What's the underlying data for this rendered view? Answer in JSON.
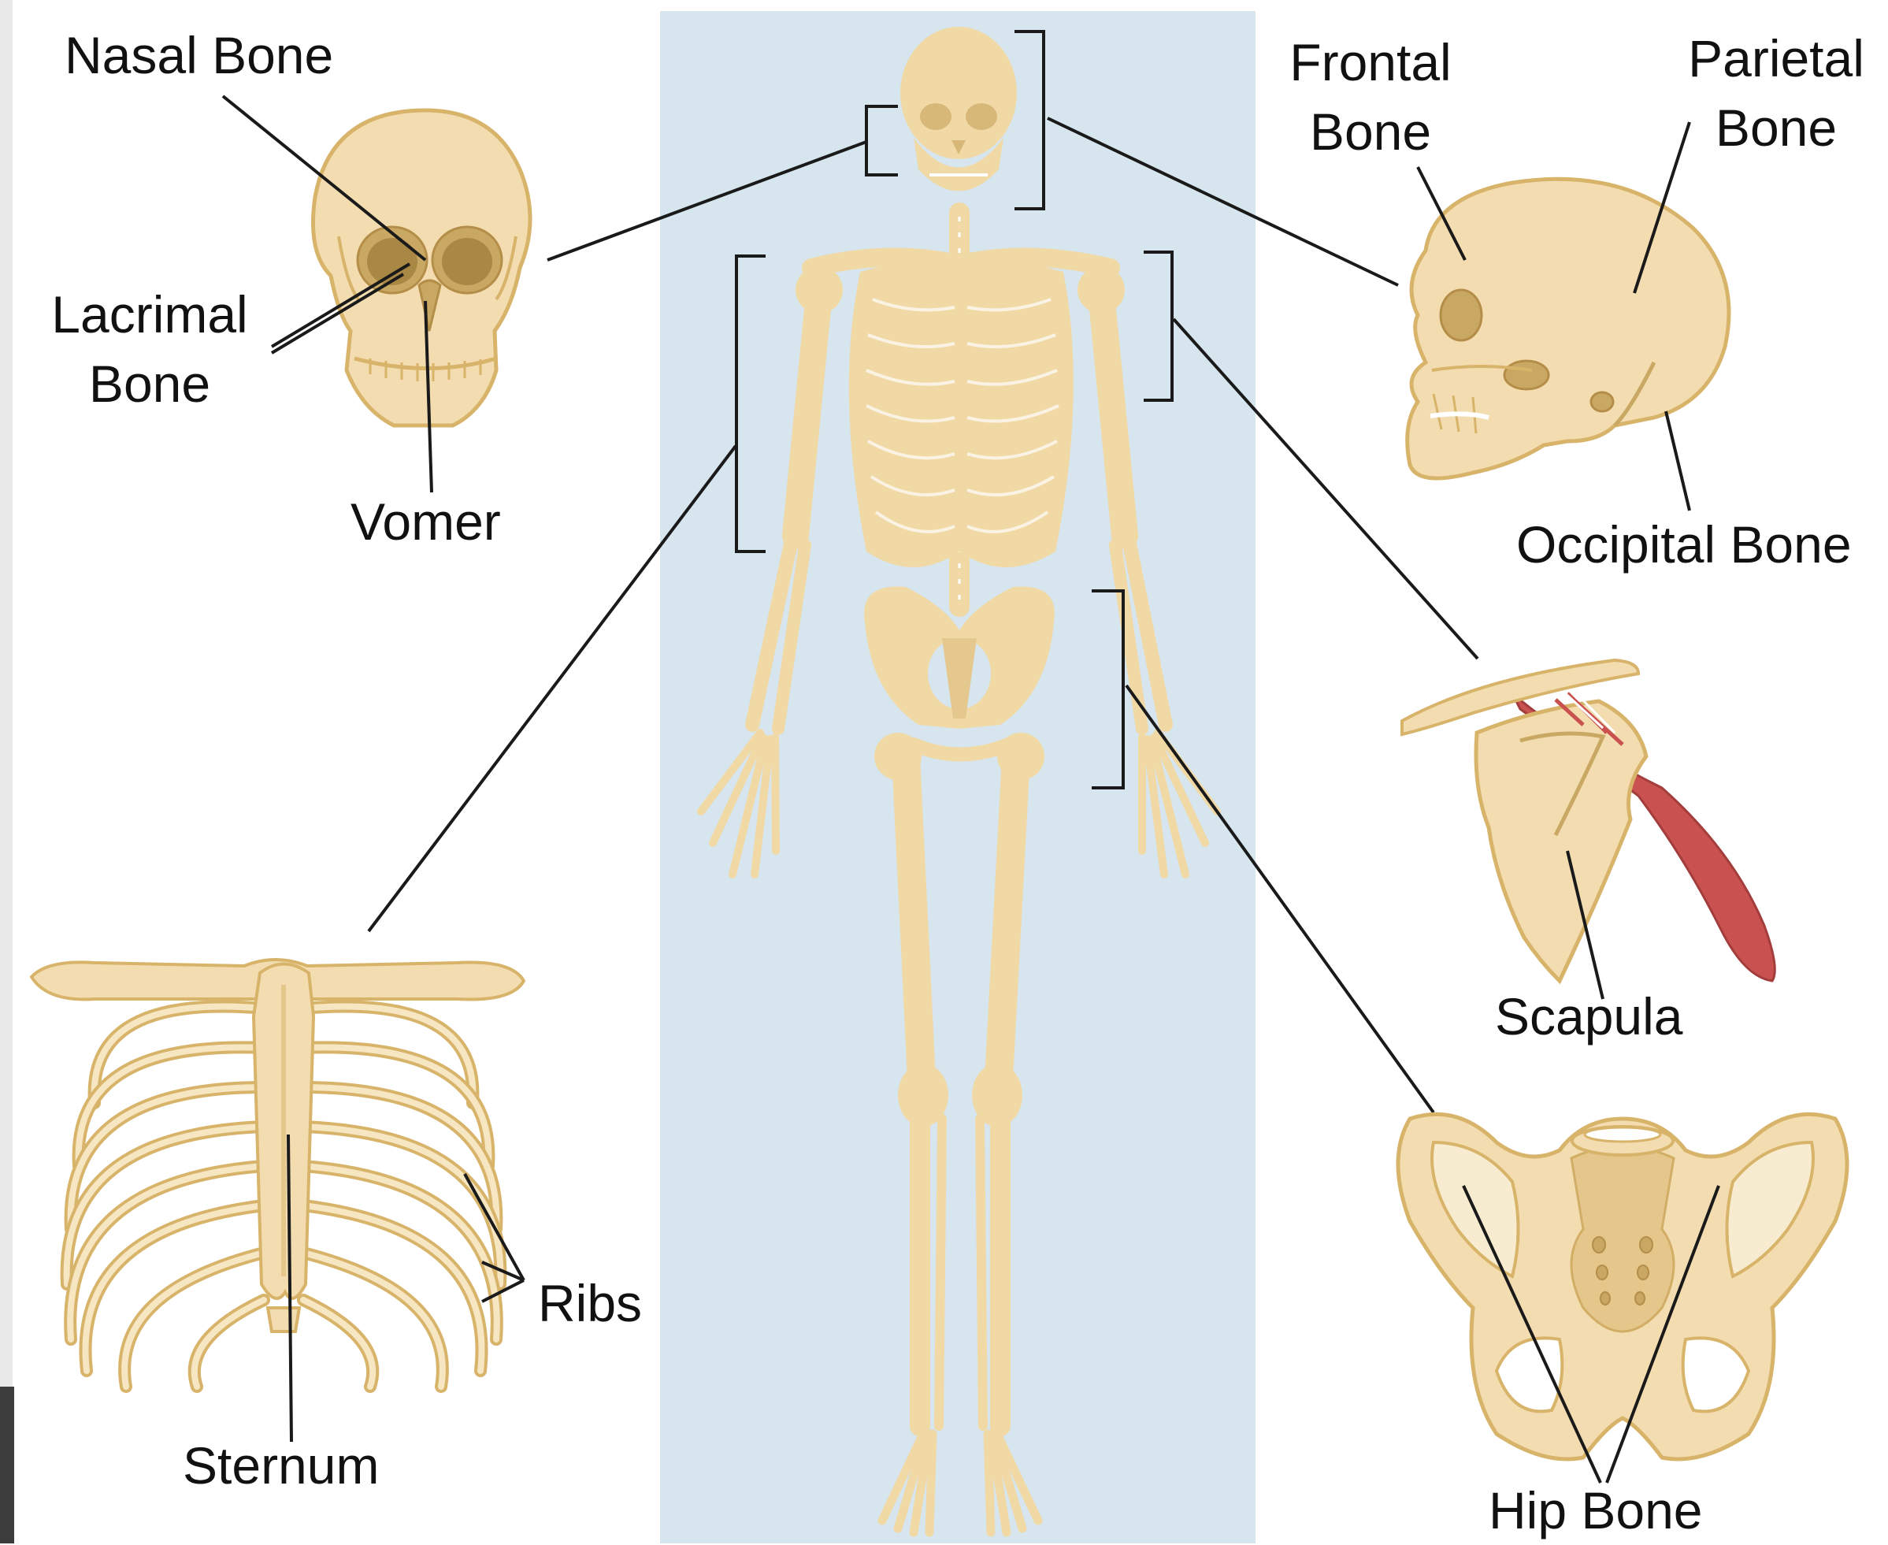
{
  "labels": {
    "nasal_bone": "Nasal Bone",
    "lacrimal_bone_line1": "Lacrimal",
    "lacrimal_bone_line2": "Bone",
    "vomer": "Vomer",
    "frontal_bone_line1": "Frontal",
    "frontal_bone_line2": "Bone",
    "parietal_bone_line1": "Parietal",
    "parietal_bone_line2": "Bone",
    "occipital_bone": "Occipital Bone",
    "scapula": "Scapula",
    "ribs": "Ribs",
    "sternum": "Sternum",
    "hip_bone": "Hip Bone"
  },
  "colors": {
    "bone_fill": "#f3ddb0",
    "bone_outline": "#d8b36a",
    "bone_shadow": "#c9a864",
    "panel_background": "#d6e5ee",
    "leader_line": "#1a1a1a",
    "muscle": "#c9514f",
    "label_text": "#111111",
    "edge_shadow": "#3c3c3c"
  }
}
